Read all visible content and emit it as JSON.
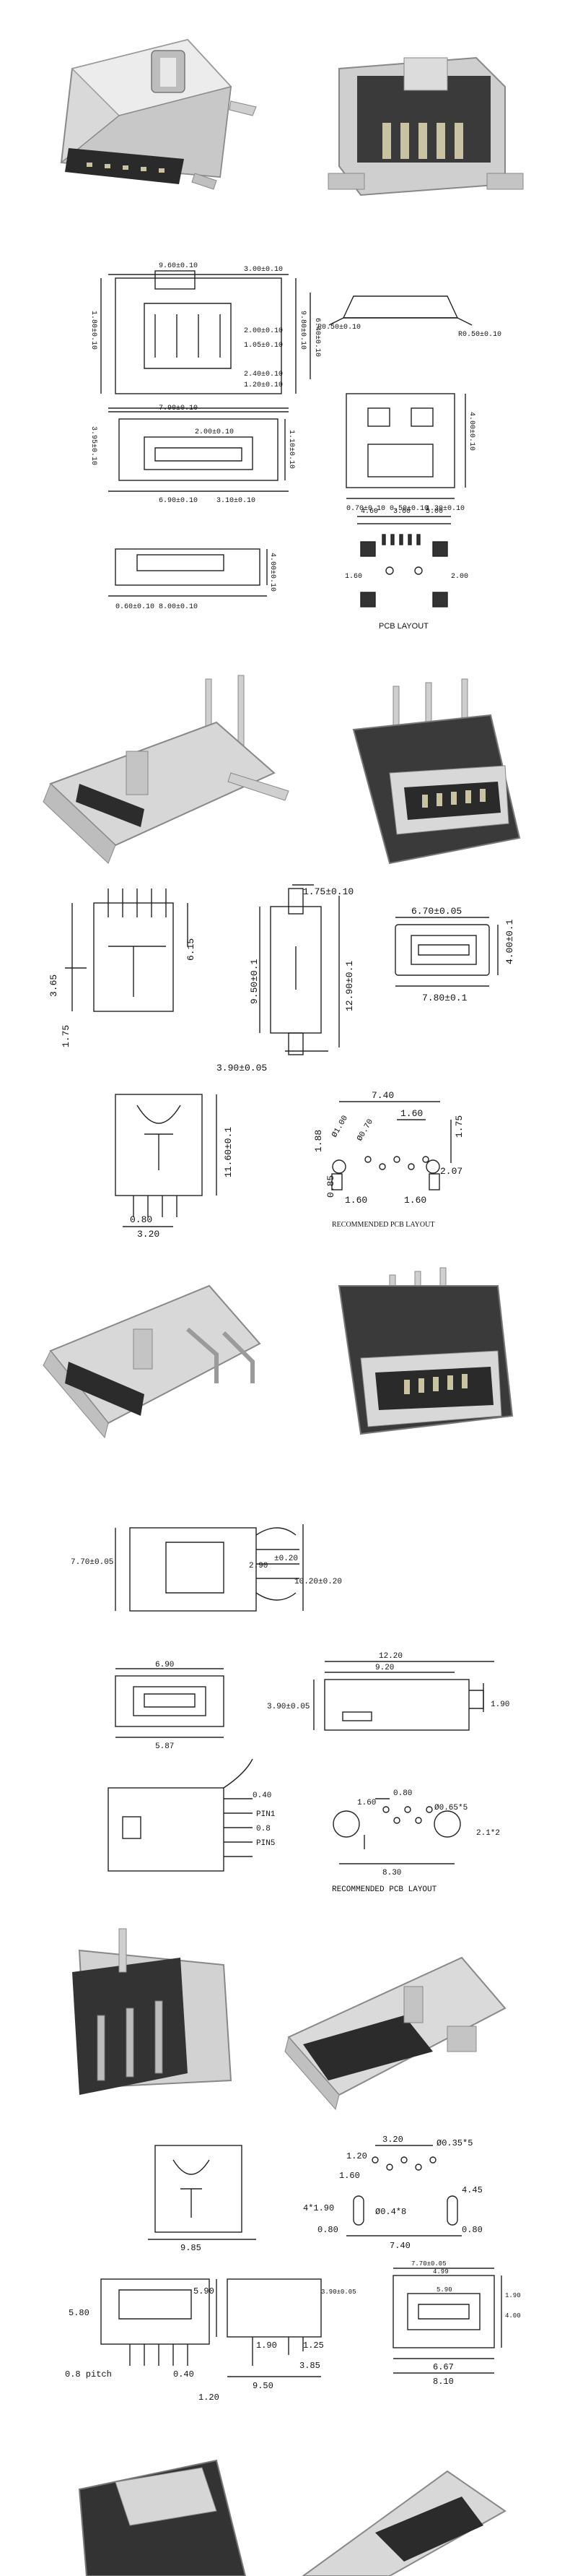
{
  "colors": {
    "metal_light": "#e4e4e4",
    "metal_mid": "#b9b9b9",
    "metal_dark": "#6b6b6b",
    "plastic": "#2b2b2b",
    "pin_gold": "#c9c3a4",
    "line": "#222222",
    "background": "#ffffff"
  },
  "section1": {
    "drawing_a": {
      "top_width": "9.60±0.10",
      "w2": "3.00±0.10",
      "h1": "6.40±0.10",
      "h2": "9.80±0.10",
      "d1": "1.80±0.10",
      "d2": "2.00±0.10",
      "d3": "1.05±0.10",
      "d4": "2.40±0.10",
      "d5": "1.20±0.10"
    },
    "drawing_b": {
      "r1": "R0.50±0.10",
      "r2": "R0.50±0.10"
    },
    "drawing_c": {
      "w1": "7.90±0.10",
      "w2": "2.00±0.10",
      "h1": "3.95±0.10",
      "h2": "1.10±0.10",
      "w3": "6.90±0.10",
      "w4": "3.10±0.10"
    },
    "drawing_d": {
      "h1": "4.00±0.10",
      "w1": "0.70±0.10",
      "w2": "0.50±0.10",
      "w3": "1.30±0.10"
    },
    "drawing_e": {
      "h1": "4.00±0.10",
      "w1": "8.00±0.10",
      "w2": "0.60±0.10"
    },
    "pcb": {
      "top1": "4.60",
      "top2": "3.60",
      "top3": "5.00",
      "left": "1.60",
      "right": "2.00",
      "label": "PCB LAYOUT"
    }
  },
  "section2": {
    "drawing_a": {
      "h": "6.15",
      "d1": "3.65",
      "d2": "1.75"
    },
    "drawing_b": {
      "top": "1.75±0.10",
      "h1": "9.50±0.1",
      "h2": "12.90±0.1",
      "bottom": "3.90±0.05"
    },
    "drawing_c": {
      "w1": "6.70±0.05",
      "h1": "4.00±0.1",
      "w2": "7.80±0.1"
    },
    "drawing_d": {
      "h": "11.60±0.1",
      "pitch": "0.80",
      "w": "3.20"
    },
    "pcb": {
      "w1": "7.40",
      "w2": "1.60",
      "h1": "1.75",
      "d1": "1.88",
      "d2": "0.85",
      "d3": "1.60",
      "d4": "1.60",
      "d5": "2.07",
      "holes1": "Ø1.00",
      "holes2": "Ø0.70",
      "label": "RECOMMENDED PCB LAYOUT"
    }
  },
  "section3": {
    "drawing_a": {
      "h": "7.70±0.05",
      "w1": "2.90",
      "tol1": "±0.20",
      "h2": "10.20±0.20"
    },
    "drawing_b": {
      "w1": "6.90",
      "w2": "5.87"
    },
    "drawing_c": {
      "w1": "12.20",
      "w2": "9.20",
      "h1": "3.90±0.05",
      "h2": "1.90"
    },
    "drawing_d": {
      "d1": "0.40",
      "pin1": "PIN1",
      "pitch": "0.8",
      "pin5": "PIN5"
    },
    "pcb": {
      "d1": "0.80",
      "d2": "1.60",
      "d3": "Ø0.65*5",
      "d4": "2.1*2",
      "d5": "8.30",
      "label": "RECOMMENDED PCB LAYOUT"
    }
  },
  "section4": {
    "drawing_a": {
      "w": "9.85"
    },
    "drawing_b": {
      "w1": "3.20",
      "d1": "1.20",
      "h1": "Ø0.35*5",
      "d2": "1.60",
      "d3": "4.45",
      "d4": "4*1.90",
      "d5": "Ø0.4*8",
      "d6": "0.80",
      "w2": "7.40",
      "d7": "0.80"
    },
    "drawing_c": {
      "h": "5.80",
      "pitch": "0.8 pitch",
      "w": "0.40"
    },
    "drawing_d": {
      "h1": "5.90",
      "d1": "1.90",
      "d2": "1.25",
      "d3": "3.85",
      "w1": "9.50",
      "d4": "1.20",
      "d5": "3.90±0.05"
    },
    "drawing_e": {
      "w1": "7.70±0.05",
      "w2": "4.99",
      "w3": "5.90",
      "h1": "1.90",
      "h2": "4.00",
      "w4": "6.67",
      "w5": "8.10"
    }
  }
}
